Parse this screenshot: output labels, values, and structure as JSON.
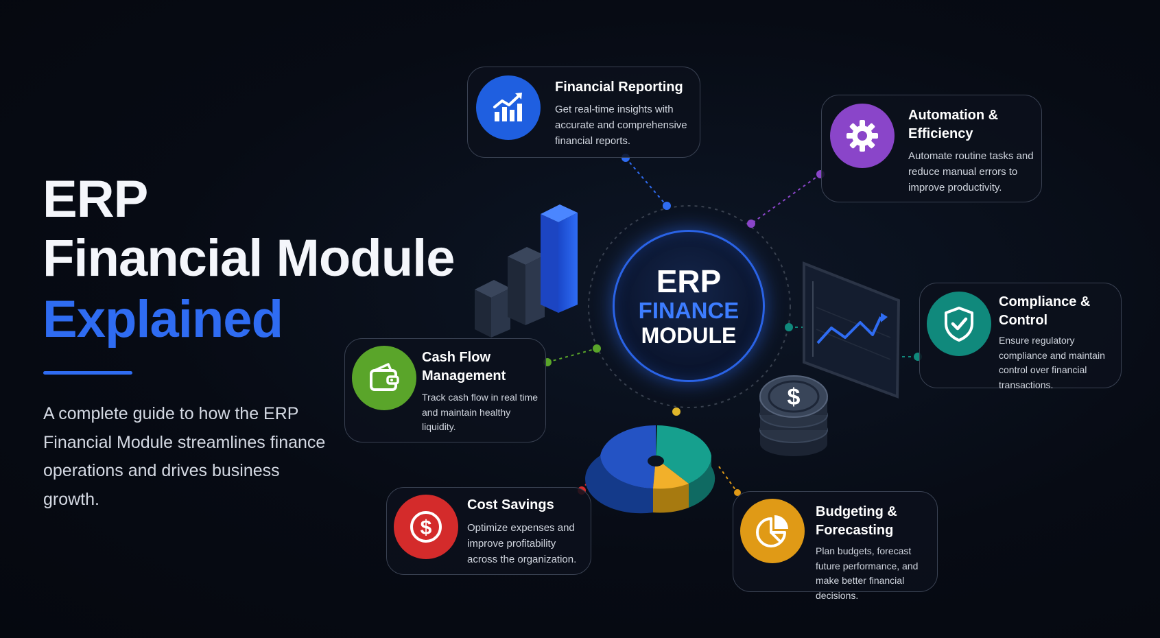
{
  "heading": {
    "line1": "ERP",
    "line2": "Financial Module",
    "line3": "Explained",
    "subtitle": "A complete guide to how the ERP Financial Module streamlines finance operations and drives business growth."
  },
  "hub": {
    "line1": "ERP",
    "line2": "FINANCE",
    "line3": "MODULE"
  },
  "features": [
    {
      "id": "financial-reporting",
      "title": "Financial Reporting",
      "description": "Get real-time insights with accurate and comprehensive financial reports.",
      "color": "#1f5fe0",
      "icon": "bar-chart-growth-icon"
    },
    {
      "id": "automation-efficiency",
      "title": "Automation & Efficiency",
      "description": "Automate routine tasks and reduce manual errors to improve productivity.",
      "color": "#8a45c9",
      "icon": "gear-icon"
    },
    {
      "id": "compliance-control",
      "title": "Compliance & Control",
      "description": "Ensure regulatory compliance and maintain control over financial transactions.",
      "color": "#10897c",
      "icon": "shield-check-icon"
    },
    {
      "id": "budgeting-forecasting",
      "title": "Budgeting & Forecasting",
      "description": "Plan budgets, forecast future performance, and make better financial decisions.",
      "color": "#e09a16",
      "icon": "pie-chart-icon"
    },
    {
      "id": "cost-savings",
      "title": "Cost Savings",
      "description": "Optimize expenses and improve profitability across the organization.",
      "color": "#d42b2b",
      "icon": "dollar-coin-icon"
    },
    {
      "id": "cash-flow-management",
      "title": "Cash Flow Management",
      "description": "Track cash flow in real time and maintain healthy liquidity.",
      "color": "#5aa52a",
      "icon": "wallet-icon"
    }
  ],
  "accent": {
    "blue": "#2f6cf2",
    "card_border": "#3a4253",
    "background": "#070b14"
  },
  "decor": {
    "coin_symbol": "$"
  }
}
